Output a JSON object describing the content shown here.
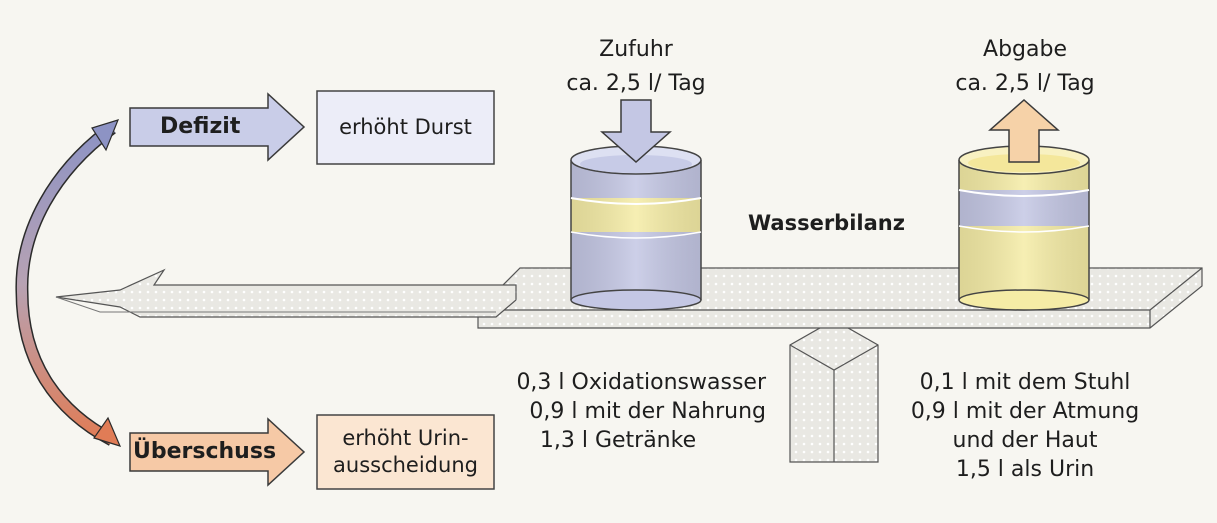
{
  "colors": {
    "deficit_fill": "#c9cde8",
    "deficit_box": "#ecedf8",
    "surplus_fill": "#f6c9a6",
    "surplus_box": "#fbe6d2",
    "curve_top": "#8d93c4",
    "curve_bottom": "#e07c56",
    "yellow_layer": "#f5eca6",
    "lavender_layer": "#c4c7e4",
    "tan_arrow": "#f6d2a8",
    "beam": "#e7e6e1"
  },
  "deficit": {
    "label": "Defizit",
    "result": "erhöht Durst"
  },
  "surplus": {
    "label": "Überschuss",
    "result_lines": [
      "erhöht Urin-",
      "ausscheidung"
    ]
  },
  "intake": {
    "title": "Zufuhr",
    "amount": "ca. 2,5 l/ Tag"
  },
  "output": {
    "title": "Abgabe",
    "amount": "ca. 2,5 l/ Tag"
  },
  "balance_label": "Wasserbilanz",
  "intake_items": [
    "0,3 l Oxidationswasser",
    "0,9 l mit der Nahrung",
    "1,3 l Getränke"
  ],
  "output_items": [
    "0,1 l mit dem Stuhl",
    "0,9 l mit der Atmung",
    "und der Haut",
    "1,5 l als Urin"
  ],
  "icons": {
    "intake_arrow": "arrow-down-icon",
    "output_arrow": "arrow-up-icon",
    "deficit_arrow": "arrow-right-icon",
    "surplus_arrow": "arrow-right-icon",
    "feedback_arrow": "arrow-left-icon"
  }
}
